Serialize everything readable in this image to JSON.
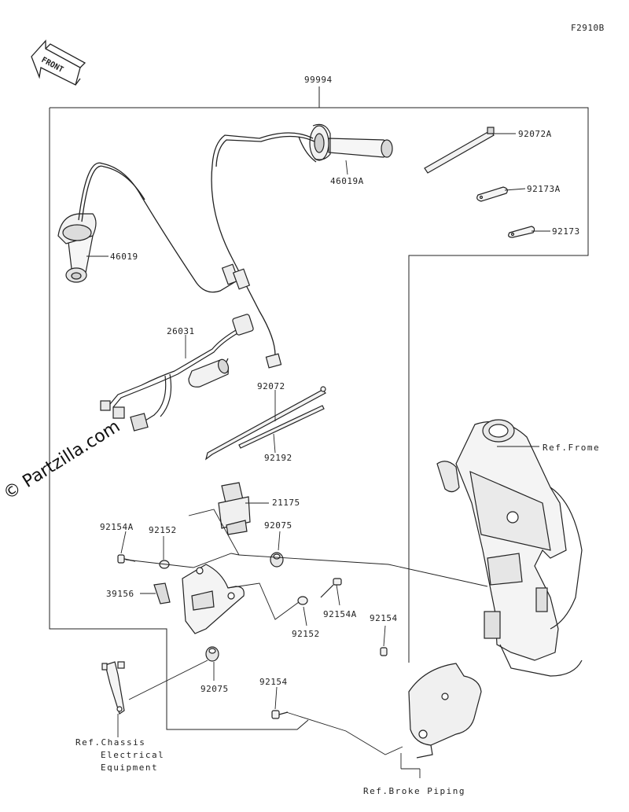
{
  "figure_code": "F2910B",
  "front_label": "FRONT",
  "watermark": "© Partzilla.com",
  "parts": {
    "kit": "99994",
    "grip_right": "46019A",
    "grip_left": "46019",
    "band_large": "92072A",
    "clamp_a": "92173A",
    "clamp": "92173",
    "harness": "26031",
    "band": "92072",
    "band_short": "92192",
    "switch": "21175",
    "bolt_a_left": "92154A",
    "collar_left": "92152",
    "damper_top": "92075",
    "pad": "39156",
    "bolt_a_right": "92154A",
    "collar_right": "92152",
    "bolt_mid": "92154",
    "damper_bottom": "92075",
    "bolt_bottom": "92154"
  },
  "refs": {
    "frame": "Ref.Frome",
    "chassis_line1": "Ref.Chassis",
    "chassis_line2": "Electrical",
    "chassis_line3": "Equipment",
    "brake": "Ref.Broke Piping"
  },
  "colors": {
    "ink": "#222222",
    "fill_light": "#f4f4f4",
    "fill_mid": "#d9d9d9"
  }
}
